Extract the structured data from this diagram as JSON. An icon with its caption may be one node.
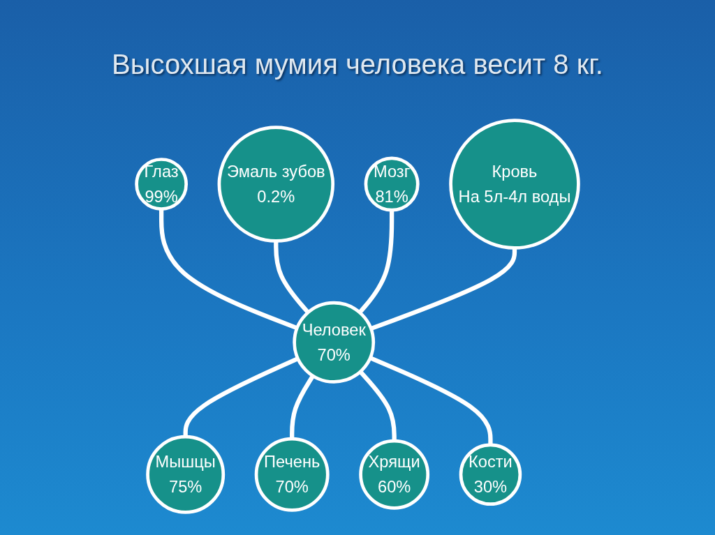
{
  "diagram": {
    "title": "Высохшая мумия человека весит 8 кг.",
    "nodes": [
      {
        "text": [
          "Мозг",
          "81%"
        ]
      },
      {
        "text": [
          "Эмаль зубов",
          "0.2%"
        ]
      },
      {
        "text": [
          "Кровь",
          "На 5л-4л воды"
        ]
      },
      {
        "text": [
          "Глаз",
          "99%"
        ]
      },
      {
        "text": [
          "Человек",
          "70%"
        ]
      },
      {
        "text": [
          "Кости",
          "30%"
        ]
      },
      {
        "text": [
          "Мышцы",
          "75%"
        ]
      },
      {
        "text": [
          "Хрящи",
          "60%"
        ]
      },
      {
        "text": [
          "Печень",
          "70%"
        ]
      }
    ],
    "edges": [
      {
        "from": 3,
        "to": 4,
        "arrow": "none"
      },
      {
        "from": 1,
        "to": 4,
        "arrow": "none"
      },
      {
        "from": 0,
        "to": 4,
        "arrow": "none"
      },
      {
        "from": 2,
        "to": 4,
        "arrow": "none"
      },
      {
        "from": 4,
        "to": 6,
        "arrow": "none"
      },
      {
        "from": 4,
        "to": 8,
        "arrow": "none"
      },
      {
        "from": 4,
        "to": 7,
        "arrow": "none"
      },
      {
        "from": 4,
        "to": 5,
        "arrow": "none"
      }
    ]
  }
}
